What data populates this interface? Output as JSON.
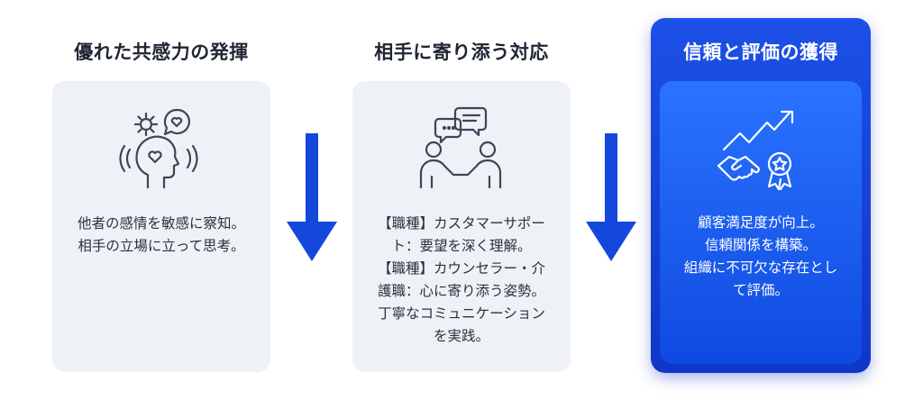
{
  "steps": [
    {
      "heading": "優れた共感力の発揮",
      "text": "他者の感情を敏感に察知。\n相手の立場に立って思考。",
      "icon": "head-with-gear-heart-icon"
    },
    {
      "heading": "相手に寄り添う対応",
      "text": "【職種】カスタマーサポー\nト：要望を深く理解。\n【職種】カウンセラー・介\n護職：心に寄り添う姿勢。\n丁寧なコミュニケーション\nを実践。",
      "icon": "people-conversation-icon"
    },
    {
      "heading": "信頼と評価の獲得",
      "text": "顧客満足度が向上。\n信頼関係を構築。\n組織に不可欠な存在とし\nて評価。",
      "icon": "handshake-growth-award-icon"
    }
  ],
  "colors": {
    "accent": "#1449e0",
    "card": "#eef1f6",
    "heading": "#1f2633",
    "arrow": "#1448dc"
  }
}
